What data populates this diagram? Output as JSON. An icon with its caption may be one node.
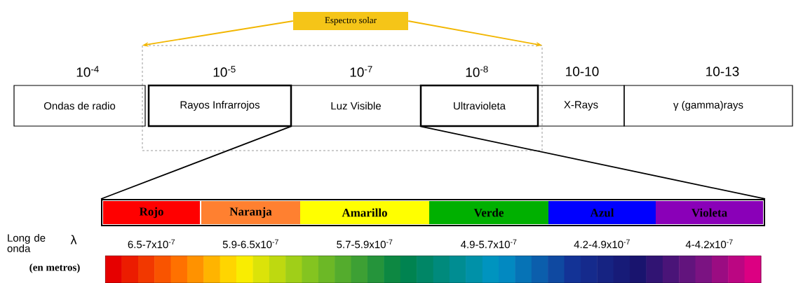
{
  "diagram": {
    "nodes": [
      {
        "text": [
          "Espectro solar"
        ]
      },
      {
        "text": [],
        "shape": "box"
      },
      {
        "text": [
          "Ondas de radio"
        ]
      },
      {
        "text": [
          "Rayos Infrarrojos"
        ],
        "in": 1
      },
      {
        "text": [
          "Luz Visible"
        ],
        "in": 1
      },
      {
        "text": [
          "Ultravioleta"
        ],
        "in": 1
      },
      {
        "text": [
          "X-Rays"
        ]
      },
      {
        "text": [
          "γ (gamma)rays"
        ]
      },
      {
        "text": [],
        "shape": "bar"
      },
      {
        "text": [
          "Rojo"
        ],
        "in": 8,
        "beside": [
          "6.5-7x10$^{-7}$"
        ]
      },
      {
        "text": [
          "Naranja"
        ],
        "in": 8,
        "beside": [
          "5.9-6.5x10$^{-7}$"
        ]
      },
      {
        "text": [
          "Amarillo"
        ],
        "in": 8,
        "beside": [
          "5.7-5.9x10$^{-7}$"
        ]
      },
      {
        "text": [
          "Verde"
        ],
        "in": 8,
        "beside": [
          "4.9-5.7x10$^{-7}$"
        ]
      },
      {
        "text": [
          "Azul"
        ],
        "in": 8,
        "beside": [
          "4.2-4.9x10$^{-7}$"
        ]
      },
      {
        "text": [
          "Violeta"
        ],
        "in": 8,
        "beside": [
          "4-4.2x10$^{-7}$"
        ]
      }
    ],
    "edges": [
      {
        "from": 0,
        "to": 1,
        "arrow": "to",
        "color": "#f2b600"
      },
      {
        "from": 0,
        "to": 1,
        "arrow": "to",
        "color": "#f2b600"
      },
      {
        "from": 4,
        "to": 8,
        "arrow": "none",
        "color": "#000000"
      },
      {
        "from": 4,
        "to": 8,
        "arrow": "none",
        "color": "#000000"
      }
    ],
    "labels": [
      "10$^{-4}$",
      "10$^{-5}$",
      "10$^{-7}$",
      "10$^{-8}$",
      "10-10",
      "10-13",
      "Long de onda",
      "λ",
      "(en metros)"
    ]
  }
}
